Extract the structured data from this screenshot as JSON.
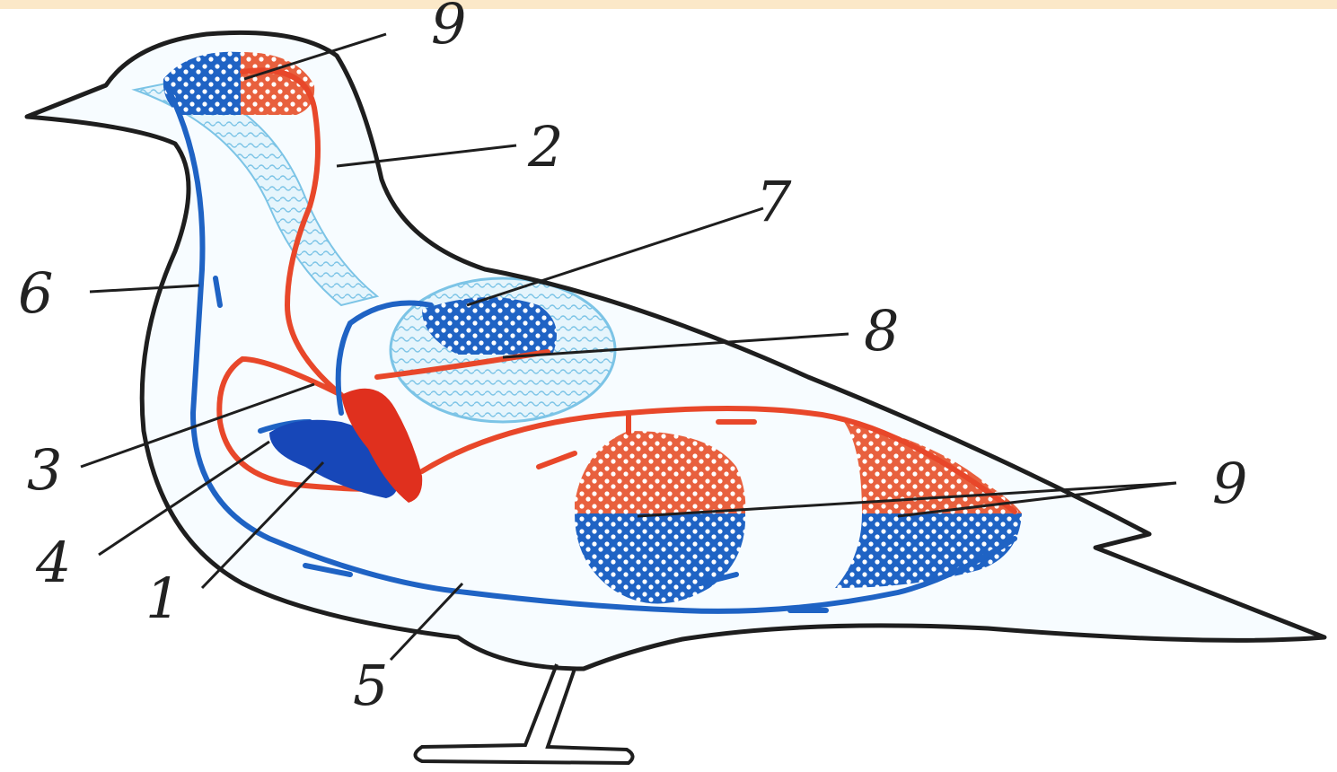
{
  "colors": {
    "outline": "#1e1e1e",
    "arterial": "#e8472a",
    "venous": "#1f63c4",
    "capillary_light": "#bfe3f5",
    "heart_left": "#e0301e",
    "heart_right": "#1747b8",
    "top_band": "#fbe8c8"
  },
  "labels": {
    "head_capillaries": "9",
    "carotid_artery": "2",
    "lung": "7",
    "pulmonary_vein": "8",
    "aortic_arch": "3",
    "pulmonary_artery": "4",
    "heart": "1",
    "vena_cava": "5",
    "jugular_vein": "6",
    "body_capillaries": "9"
  }
}
